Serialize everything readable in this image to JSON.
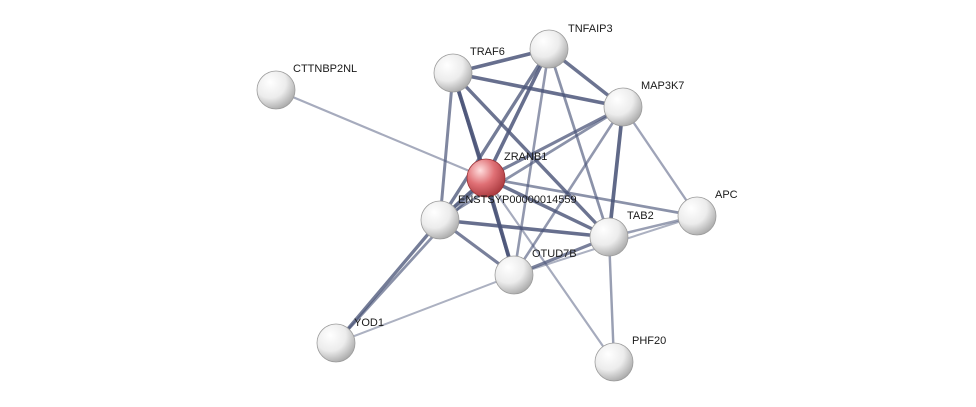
{
  "graph": {
    "colors": {
      "query_node": "#d9585d",
      "node": "#e6e6e6",
      "edge": "#4a5478",
      "label": "#1a1a1a",
      "background": "#ffffff"
    },
    "nodes": [
      {
        "id": "ZRANB1",
        "label": "ZRANB1",
        "query": true
      },
      {
        "id": "TRAF6",
        "label": "TRAF6"
      },
      {
        "id": "TNFAIP3",
        "label": "TNFAIP3"
      },
      {
        "id": "MAP3K7",
        "label": "MAP3K7"
      },
      {
        "id": "CTTNBP2NL",
        "label": "CTTNBP2NL"
      },
      {
        "id": "ENSTSYP00000014559",
        "label": "ENSTSYP00000014559"
      },
      {
        "id": "TAB2",
        "label": "TAB2"
      },
      {
        "id": "APC",
        "label": "APC"
      },
      {
        "id": "OTUD7B",
        "label": "OTUD7B"
      },
      {
        "id": "YOD1",
        "label": "YOD1"
      },
      {
        "id": "PHF20",
        "label": "PHF20"
      }
    ],
    "edges": [
      {
        "source": "ZRANB1",
        "target": "TRAF6",
        "strength": 0.95
      },
      {
        "source": "ZRANB1",
        "target": "TNFAIP3",
        "strength": 0.85
      },
      {
        "source": "ZRANB1",
        "target": "MAP3K7",
        "strength": 0.7
      },
      {
        "source": "ZRANB1",
        "target": "CTTNBP2NL",
        "strength": 0.35
      },
      {
        "source": "ZRANB1",
        "target": "ENSTSYP00000014559",
        "strength": 0.9
      },
      {
        "source": "ZRANB1",
        "target": "TAB2",
        "strength": 0.8
      },
      {
        "source": "ZRANB1",
        "target": "APC",
        "strength": 0.55
      },
      {
        "source": "ZRANB1",
        "target": "OTUD7B",
        "strength": 0.95
      },
      {
        "source": "TRAF6",
        "target": "TNFAIP3",
        "strength": 0.85
      },
      {
        "source": "TRAF6",
        "target": "MAP3K7",
        "strength": 0.85
      },
      {
        "source": "TRAF6",
        "target": "ENSTSYP00000014559",
        "strength": 0.65
      },
      {
        "source": "TRAF6",
        "target": "TAB2",
        "strength": 0.8
      },
      {
        "source": "TRAF6",
        "target": "OTUD7B",
        "strength": 0.6
      },
      {
        "source": "TNFAIP3",
        "target": "MAP3K7",
        "strength": 0.8
      },
      {
        "source": "TNFAIP3",
        "target": "ENSTSYP00000014559",
        "strength": 0.75
      },
      {
        "source": "TNFAIP3",
        "target": "TAB2",
        "strength": 0.55
      },
      {
        "source": "TNFAIP3",
        "target": "OTUD7B",
        "strength": 0.5
      },
      {
        "source": "MAP3K7",
        "target": "ENSTSYP00000014559",
        "strength": 0.55
      },
      {
        "source": "MAP3K7",
        "target": "TAB2",
        "strength": 0.9
      },
      {
        "source": "MAP3K7",
        "target": "APC",
        "strength": 0.4
      },
      {
        "source": "MAP3K7",
        "target": "OTUD7B",
        "strength": 0.5
      },
      {
        "source": "ENSTSYP00000014559",
        "target": "TAB2",
        "strength": 0.85
      },
      {
        "source": "ENSTSYP00000014559",
        "target": "OTUD7B",
        "strength": 0.7
      },
      {
        "source": "ENSTSYP00000014559",
        "target": "YOD1",
        "strength": 0.75
      },
      {
        "source": "TAB2",
        "target": "OTUD7B",
        "strength": 0.7
      },
      {
        "source": "TAB2",
        "target": "APC",
        "strength": 0.45
      },
      {
        "source": "TAB2",
        "target": "PHF20",
        "strength": 0.45
      },
      {
        "source": "OTUD7B",
        "target": "YOD1",
        "strength": 0.3
      },
      {
        "source": "OTUD7B",
        "target": "APC",
        "strength": 0.3
      },
      {
        "source": "ZRANB1",
        "target": "PHF20",
        "strength": 0.35
      },
      {
        "source": "ZRANB1",
        "target": "YOD1",
        "strength": 0.55
      }
    ]
  }
}
